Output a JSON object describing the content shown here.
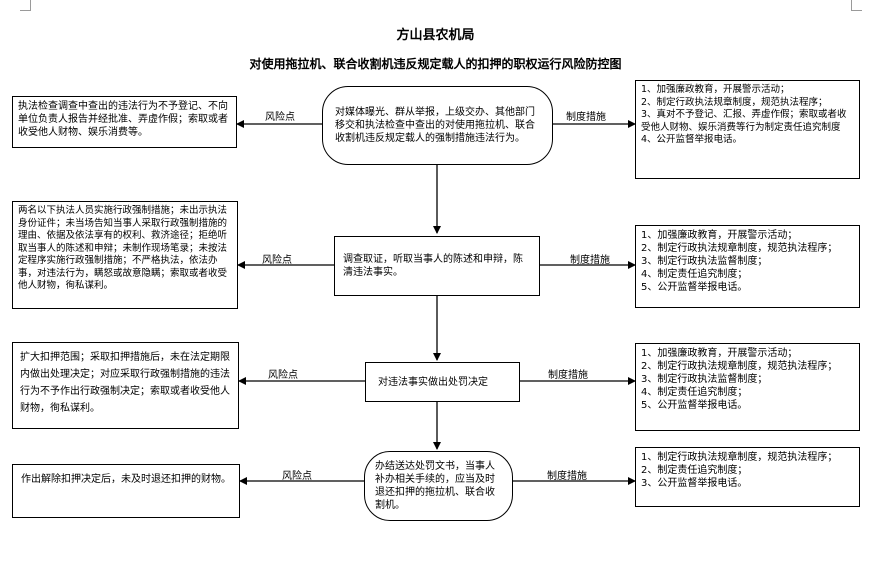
{
  "header": {
    "org": "方山县农机局",
    "title": "对使用拖拉机、联合收割机违反规定载人的扣押的职权运行风险防控图"
  },
  "labels": {
    "risk": "风险点",
    "measure": "制度措施"
  },
  "steps": [
    {
      "process": "对媒体曝光、群从举报，上级交办、其他部门移交和执法检查中查出的对使用拖拉机、联合收割机违反规定载人的强制措施违法行为。",
      "risk": "执法检查调查中查出的违法行为不予登记、不向单位负责人报告并经批准、弄虚作假；索取或者收受他人财物、娱乐消费等。",
      "measure": "1、加强廉政教育，开展警示活动；\n2、制定行政执法规章制度，规范执法程序；\n3、真对不予登记、汇报、弄虚作假；索取或者收受他人财物、娱乐消费等行为制定责任追究制度\n4、公开监督举报电话。"
    },
    {
      "process": "调查取证，听取当事人的陈述和申辩，陈清违法事实。",
      "risk": "两名以下执法人员实施行政强制措施；未出示执法身份证件；未当场告知当事人采取行政强制措施的理由、依据及依法享有的权利、救济途径；拒绝听取当事人的陈述和申辩；未制作现场笔录；未按法定程序实施行政强制措施；不严格执法，依法办事，对违法行为，瞒怒或故意隐瞒；索取或者收受他人财物，徇私谋利。",
      "measure": "1、加强廉政教育，开展警示活动；\n2、制定行政执法规章制度，规范执法程序；\n3、制定行政执法监督制度；\n4、制定责任追究制度；\n5、公开监督举报电话。"
    },
    {
      "process": "对违法事实做出处罚决定",
      "risk": "扩大扣押范围；采取扣押措施后，未在法定期限内做出处理决定；对应采取行政强制措施的违法行为不予作出行政强制决定；索取或者收受他人财物，徇私谋利。",
      "measure": "1、加强廉政教育，开展警示活动；\n2、制定行政执法规章制度，规范执法程序；\n3、制定行政执法监督制度；\n4、制定责任追究制度；\n5、公开监督举报电话。"
    },
    {
      "process": "办结送达处罚文书，当事人补办相关手续的，应当及时退还扣押的拖拉机、联合收割机。",
      "risk": "作出解除扣押决定后，未及时退还扣押的财物。",
      "measure": "1、制定行政执法规章制度，规范执法程序；\n2、制定责任追究制度；\n3、公开监督举报电话。"
    }
  ]
}
